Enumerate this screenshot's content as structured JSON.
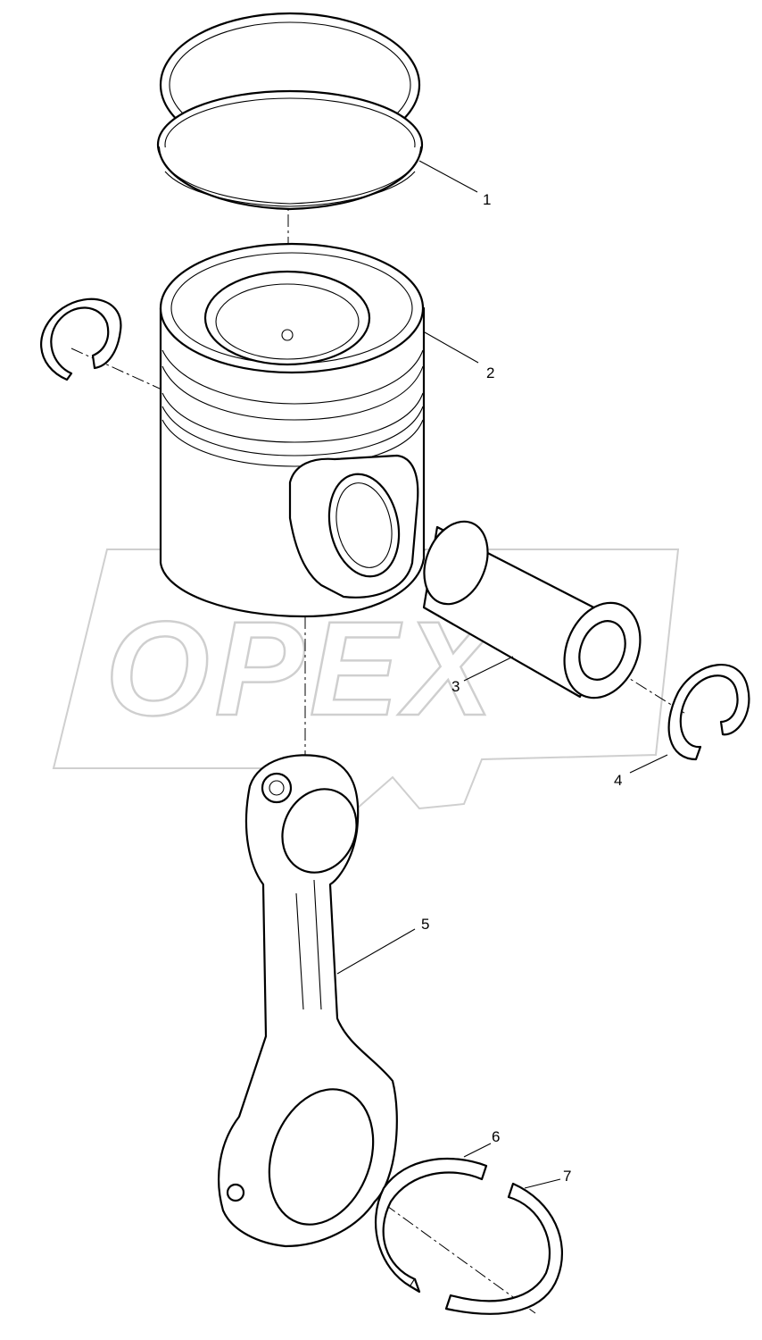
{
  "watermark": {
    "text": "OPEX"
  },
  "callouts": [
    {
      "id": "ring-set",
      "label": "1"
    },
    {
      "id": "piston",
      "label": "2"
    },
    {
      "id": "piston-pin",
      "label": "3"
    },
    {
      "id": "snap-ring",
      "label": "4"
    },
    {
      "id": "connecting-rod",
      "label": "5"
    },
    {
      "id": "bearing-upper",
      "label": "6"
    },
    {
      "id": "bearing-lower",
      "label": "7"
    }
  ],
  "colors": {
    "line": "#000000",
    "watermark": "#cfcfcf",
    "background": "#ffffff"
  }
}
